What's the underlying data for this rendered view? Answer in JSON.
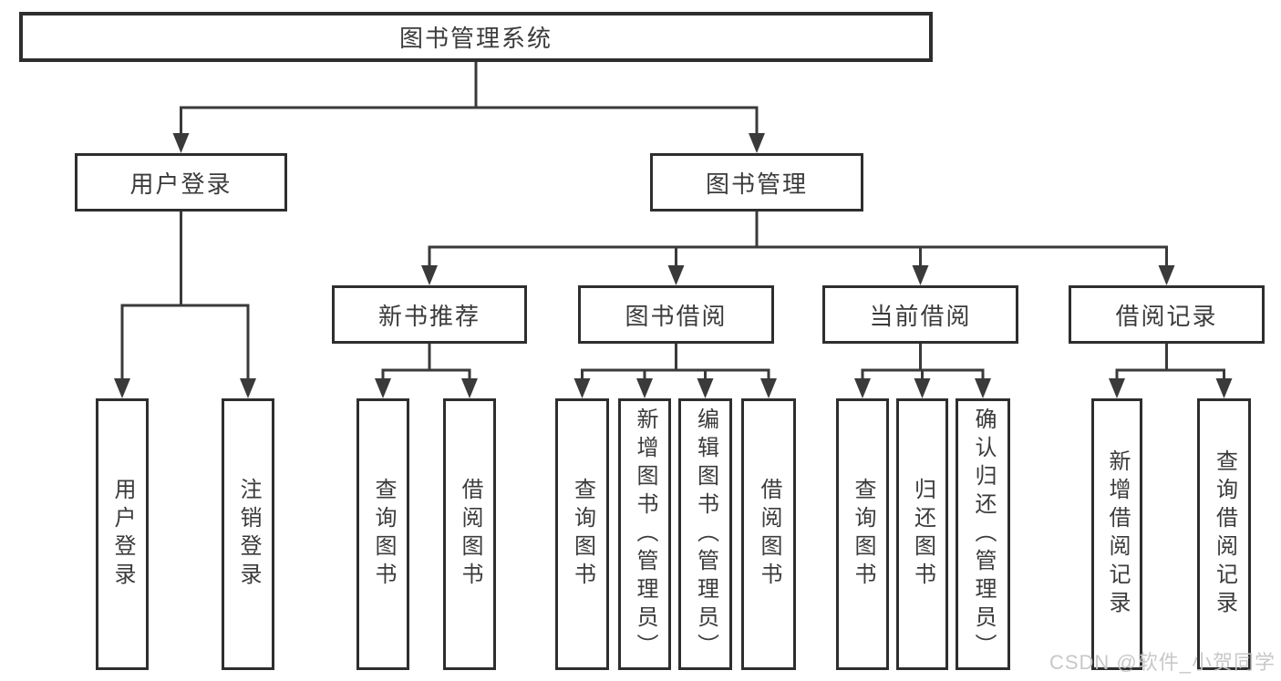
{
  "colors": {
    "line": "#3a3a3a",
    "box_border": "#2e2e2e",
    "text": "#3b3b3b",
    "background": "#ffffff",
    "watermark": "#c5c5c5"
  },
  "watermark": {
    "text": "CSDN @软件_小贺同学"
  },
  "tree": {
    "label": "图书管理系统",
    "children": [
      {
        "label": "用户登录",
        "children": [
          {
            "label": "用户登录"
          },
          {
            "label": "注销登录"
          }
        ]
      },
      {
        "label": "图书管理",
        "children": [
          {
            "label": "新书推荐",
            "children": [
              {
                "label": "查询图书"
              },
              {
                "label": "借阅图书"
              }
            ]
          },
          {
            "label": "图书借阅",
            "children": [
              {
                "label": "查询图书"
              },
              {
                "label": "新增图书（管理员）"
              },
              {
                "label": "编辑图书（管理员）"
              },
              {
                "label": "借阅图书"
              }
            ]
          },
          {
            "label": "当前借阅",
            "children": [
              {
                "label": "查询图书"
              },
              {
                "label": "归还图书"
              },
              {
                "label": "确认归还（管理员）"
              }
            ]
          },
          {
            "label": "借阅记录",
            "children": [
              {
                "label": "新增借阅记录"
              },
              {
                "label": "查询借阅记录"
              }
            ]
          }
        ]
      }
    ]
  }
}
